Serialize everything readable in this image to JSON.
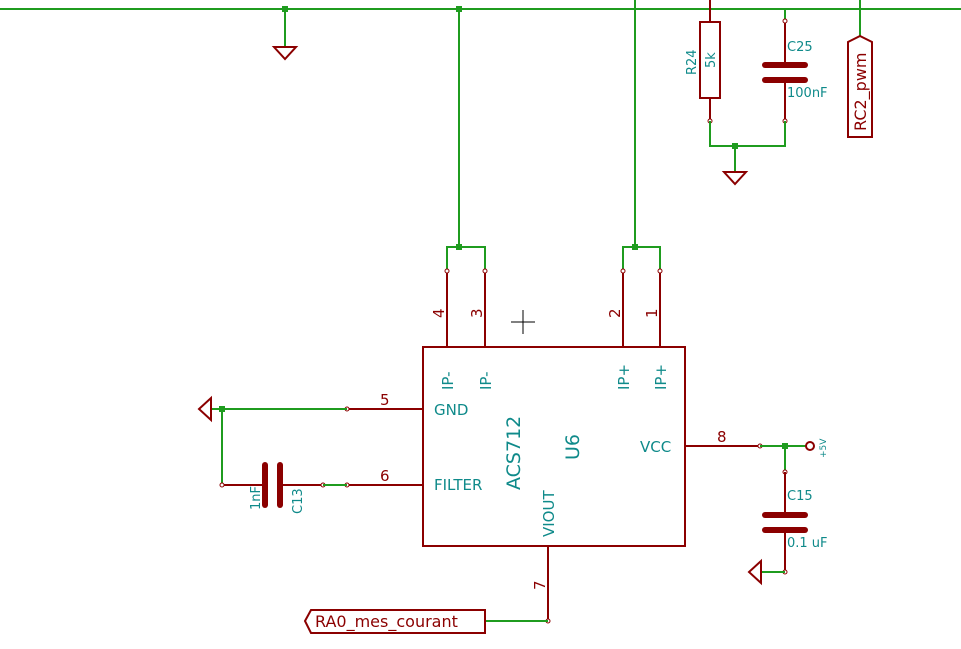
{
  "schematic": {
    "main_ic": {
      "reference": "U6",
      "value": "ACS712",
      "pins": [
        {
          "number": "1",
          "name": "IP+"
        },
        {
          "number": "2",
          "name": "IP+"
        },
        {
          "number": "3",
          "name": "IP-"
        },
        {
          "number": "4",
          "name": "IP-"
        },
        {
          "number": "5",
          "name": "GND"
        },
        {
          "number": "6",
          "name": "FILTER"
        },
        {
          "number": "7",
          "name": "VIOUT"
        },
        {
          "number": "8",
          "name": "VCC"
        }
      ]
    },
    "components": {
      "r24": {
        "reference": "R24",
        "value": "5k"
      },
      "c25": {
        "reference": "C25",
        "value": "100nF"
      },
      "c13": {
        "reference": "C13",
        "value": "1nF"
      },
      "c15": {
        "reference": "C15",
        "value": "0.1 uF"
      }
    },
    "power": {
      "vcc_label": "+5V"
    },
    "labels": {
      "pwm": "RC2_pwm",
      "current_out": "RA0_mes_courant"
    },
    "colors": {
      "wire": "#1f9c1f",
      "component": "#8b0000",
      "text": "#0f8a8a",
      "background": "#ffffff"
    }
  }
}
